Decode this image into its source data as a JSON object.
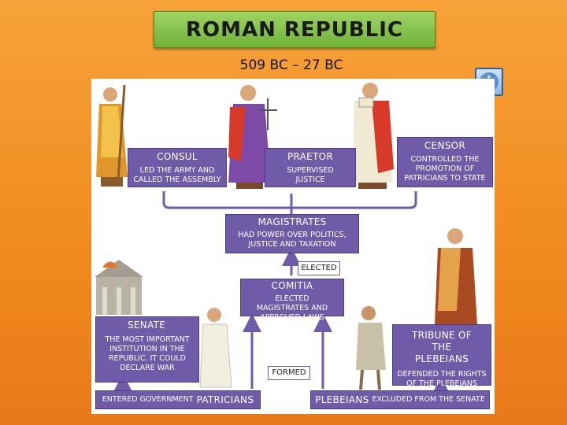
{
  "title": "ROMAN REPUBLIC",
  "dates": "509 BC – 27 BC",
  "info_icon": "info-icon",
  "colors": {
    "box": "#6f5ba8",
    "arrow": "#6f5ba8",
    "title_bar": "#8cc84b",
    "background": "#f08a1e"
  },
  "consul": {
    "head": "CONSUL",
    "desc": "LED THE ARMY AND CALLED THE ASSEMBLY"
  },
  "praetor": {
    "head": "PRAETOR",
    "desc": "SUPERVISED JUSTICE"
  },
  "censor": {
    "head": "CENSOR",
    "desc": "CONTROLLED THE PROMOTION OF PATRICIANS TO STATE"
  },
  "magistrates": {
    "head": "MAGISTRATES",
    "desc": "HAD POWER OVER POLITICS, JUSTICE AND TAXATION"
  },
  "elected_label": "ELECTED",
  "comitia": {
    "head": "COMITIA",
    "desc": "ELECTED MAGISTRATES AND APPROVED LAWS"
  },
  "senate": {
    "head": "SENATE",
    "desc": "THE MOST IMPORTANT INSTITUTION IN THE REPUBLIC. IT COULD DECLARE WAR"
  },
  "tribune": {
    "head": "TRIBUNE OF THE PLEBEIANS",
    "desc": "DEFENDED THE RIGHTS OF THE PLEBEIANS"
  },
  "formed_label": "FORMED",
  "patricians": {
    "prefix": "ENTERED GOVERNMENT",
    "name": "PATRICIANS"
  },
  "plebeians": {
    "name": "PLEBEIANS",
    "suffix": "EXCLUDED FROM THE SENATE"
  }
}
